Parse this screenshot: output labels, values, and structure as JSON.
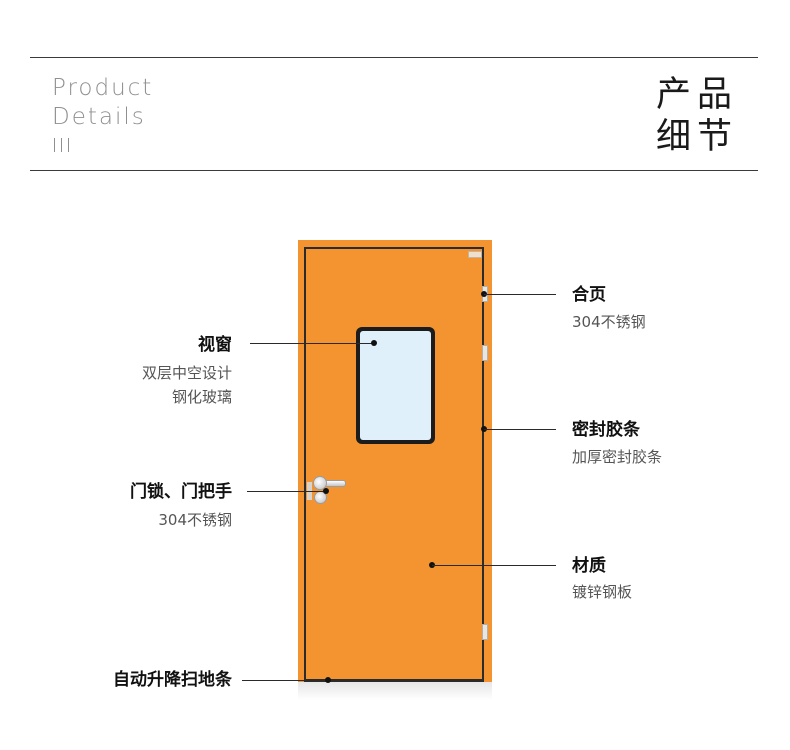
{
  "header": {
    "en_line1": "Product",
    "en_line2": "Details",
    "cn_line1": "产品",
    "cn_line2": "细节"
  },
  "callouts": {
    "window": {
      "title": "视窗",
      "desc1": "双层中空设计",
      "desc2": "钢化玻璃"
    },
    "lock": {
      "title": "门锁、门把手",
      "desc": "304不锈钢"
    },
    "sweep": {
      "title": "自动升降扫地条"
    },
    "hinge": {
      "title": "合页",
      "desc": "304不锈钢"
    },
    "seal": {
      "title": "密封胶条",
      "desc": "加厚密封胶条"
    },
    "material": {
      "title": "材质",
      "desc": "镀锌钢板"
    }
  },
  "colors": {
    "door": "#f39431",
    "glass": "#dff0fb",
    "frame": "#2b2b2b"
  }
}
